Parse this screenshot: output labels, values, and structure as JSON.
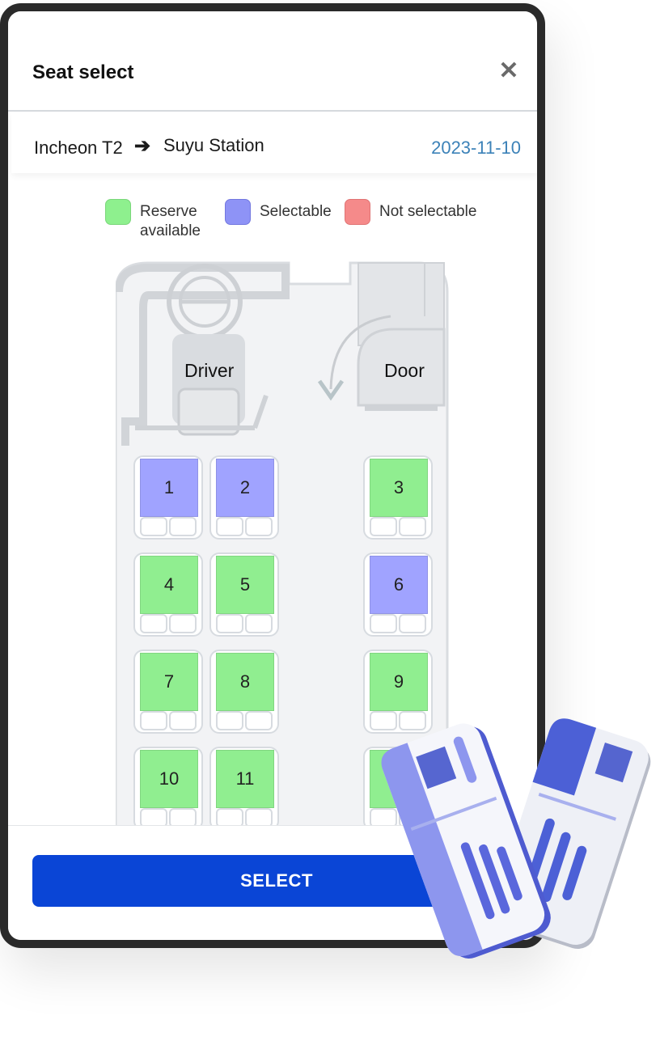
{
  "header": {
    "title": "Seat select",
    "close_icon": "close-icon"
  },
  "route": {
    "from": "Incheon T2",
    "arrow": "➔",
    "to": "Suyu Station",
    "date": "2023-11-10"
  },
  "legend": [
    {
      "label_line1": "Reserve",
      "label_line2": "available",
      "color": "#8ef08e"
    },
    {
      "label_line1": "Selectable",
      "label_line2": "",
      "color": "#8e93f6"
    },
    {
      "label_line1": "Not selectable",
      "label_line2": "",
      "color": "#f58a8a"
    }
  ],
  "bus": {
    "driver_label": "Driver",
    "door_label": "Door"
  },
  "colors": {
    "available": "#90ee90",
    "selectable": "#a0a3ff",
    "button": "#0a45d6"
  },
  "seats": [
    {
      "number": "1",
      "status": "selectable"
    },
    {
      "number": "2",
      "status": "selectable"
    },
    {
      "number": "3",
      "status": "available"
    },
    {
      "number": "4",
      "status": "available"
    },
    {
      "number": "5",
      "status": "available"
    },
    {
      "number": "6",
      "status": "selectable"
    },
    {
      "number": "7",
      "status": "available"
    },
    {
      "number": "8",
      "status": "available"
    },
    {
      "number": "9",
      "status": "available"
    },
    {
      "number": "10",
      "status": "available"
    },
    {
      "number": "11",
      "status": "available"
    },
    {
      "number": "",
      "status": "available"
    }
  ],
  "footer": {
    "select_label": "SELECT"
  }
}
